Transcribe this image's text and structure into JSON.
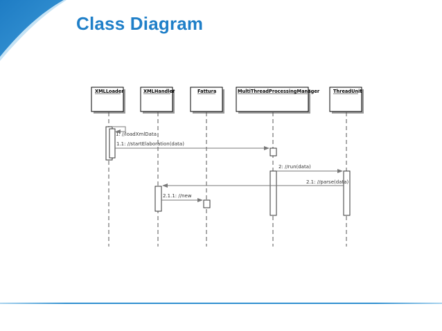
{
  "slide": {
    "title": "Class Diagram",
    "accent_color": "#1f7fc8"
  },
  "diagram": {
    "objects": [
      {
        "id": "xmlloader",
        "label": "XMLLoader"
      },
      {
        "id": "xmlhandler",
        "label": "XMLHandler"
      },
      {
        "id": "fattura",
        "label": "Fattura"
      },
      {
        "id": "mtpm",
        "label": "MultiThreadProcessingManager"
      },
      {
        "id": "threadunit",
        "label": "ThreadUnit"
      }
    ],
    "messages": [
      {
        "label": "1: //loadXmlData",
        "from": "xmlloader",
        "to": "xmlloader"
      },
      {
        "label": "1.1: //startElaboration(data)",
        "from": "xmlloader",
        "to": "mtpm"
      },
      {
        "label": "2: //run(data)",
        "from": "mtpm",
        "to": "threadunit"
      },
      {
        "label": "2.1: //parse(data)",
        "from": "threadunit",
        "to": "xmlhandler"
      },
      {
        "label": "2.1.1: //new",
        "from": "xmlhandler",
        "to": "fattura"
      }
    ]
  }
}
